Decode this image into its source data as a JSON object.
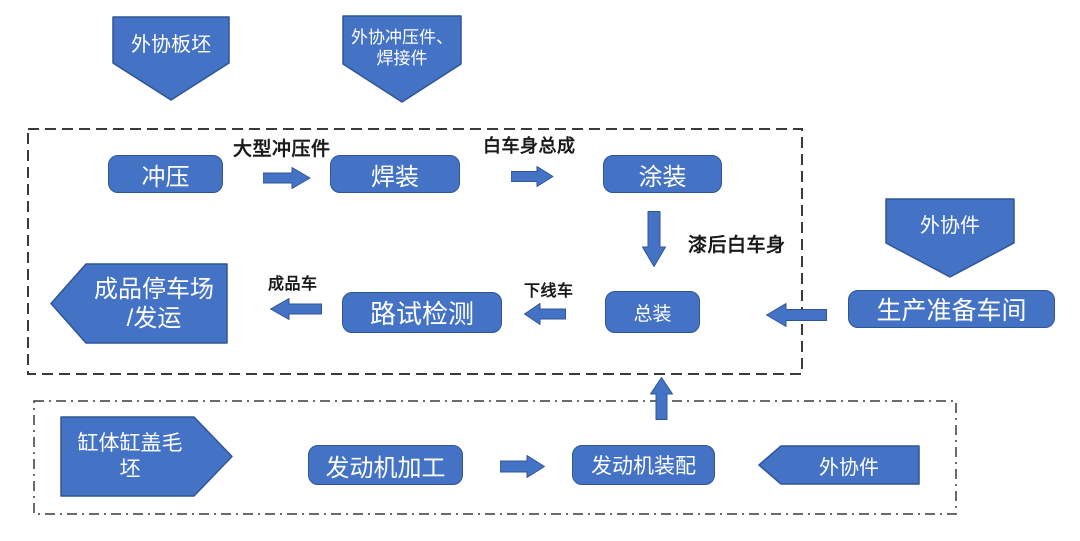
{
  "colors": {
    "primary": "#4472C4",
    "primary_border": "#2F5597",
    "line": "#3a3a3a",
    "label": "#1a1a1a",
    "text_on_shape": "#ffffff"
  },
  "pentagons": {
    "waixie_banpi": {
      "label": "外协板坯"
    },
    "waixie_chongyajian": {
      "line1": "外协冲压件、",
      "line2": "焊接件"
    },
    "waixiejian_top": {
      "label": "外协件"
    },
    "gangti_ganggai": {
      "line1": "缸体缸盖毛",
      "line2": "坯"
    },
    "waixiejian_bottom": {
      "label": "外协件"
    }
  },
  "boxes": {
    "chongya": {
      "label": "冲压"
    },
    "hanzhuang": {
      "label": "焊装"
    },
    "tuzhuang": {
      "label": "涂装"
    },
    "zongzhuang": {
      "label": "总装"
    },
    "shengchan_zhunbei": {
      "label": "生产准备车间"
    },
    "lushi_jiance": {
      "label": "路试检测"
    },
    "fadongji_jiagong": {
      "label": "发动机加工"
    },
    "fadongji_zhuangpei": {
      "label": "发动机装配"
    }
  },
  "terminal": {
    "line1": "成品停车场",
    "line2": "/发运"
  },
  "flow_labels": {
    "daxing_chongyajian": "大型冲压件",
    "baicheshen_zongcheng": "白车身总成",
    "qihou_baicheshen": "漆后白车身",
    "xiaxianche": "下线车",
    "chengpinche": "成品车"
  },
  "icons": {
    "arrow_right": "block-arrow-right",
    "arrow_left": "block-arrow-left",
    "arrow_down": "block-arrow-down",
    "arrow_up": "block-arrow-up"
  }
}
